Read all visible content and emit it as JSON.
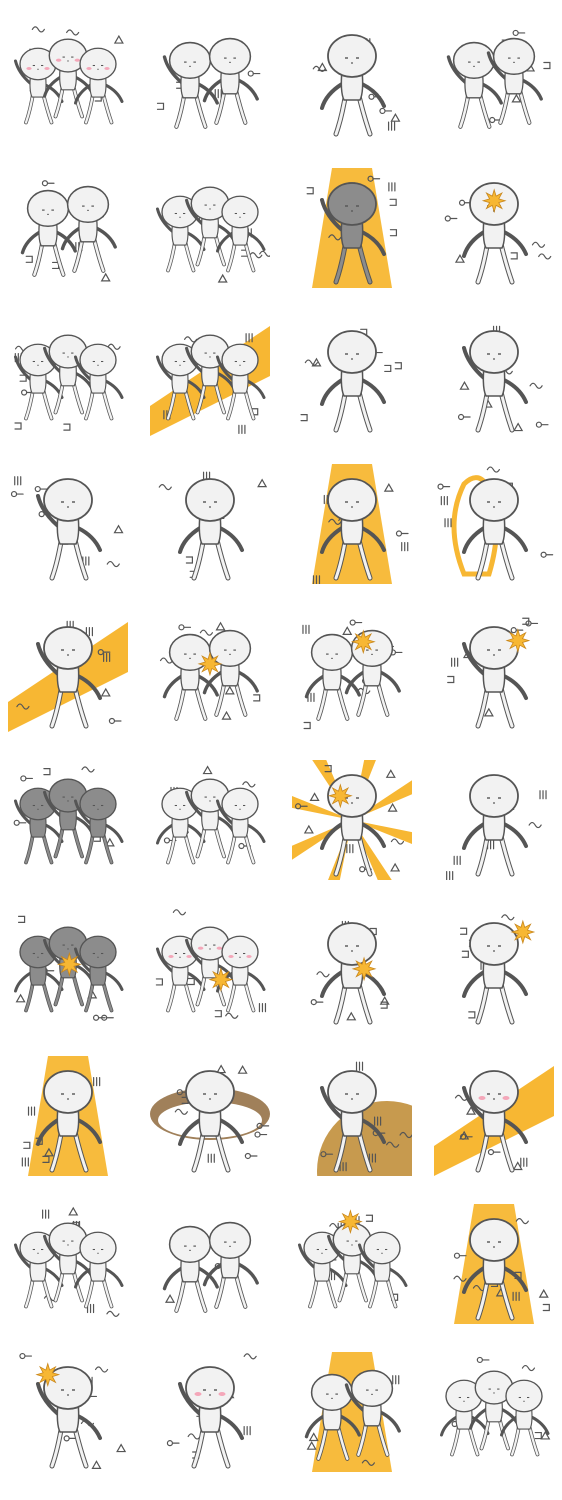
{
  "colors": {
    "background": "#ffffff",
    "line": "#555555",
    "body": "#f2f2f2",
    "accent": "#f7b733",
    "dark_body": "#8c8c8c",
    "blush": "#f4a7b9"
  },
  "stickers": [
    {
      "characters": 3,
      "band": false,
      "dark": false,
      "blush": true,
      "burst": false,
      "symbols": true
    },
    {
      "characters": 2,
      "band": false,
      "dark": false,
      "blush": false,
      "burst": false,
      "symbols": true
    },
    {
      "characters": 1,
      "band": false,
      "dark": false,
      "blush": false,
      "burst": false,
      "symbols": true
    },
    {
      "characters": 2,
      "band": false,
      "dark": false,
      "blush": false,
      "burst": false,
      "symbols": true
    },
    {
      "characters": 2,
      "band": false,
      "dark": false,
      "blush": false,
      "burst": false,
      "symbols": true
    },
    {
      "characters": 3,
      "band": false,
      "dark": false,
      "blush": false,
      "burst": false,
      "symbols": true
    },
    {
      "characters": 1,
      "band": "beam",
      "dark": true,
      "blush": false,
      "burst": false,
      "symbols": true
    },
    {
      "characters": 1,
      "band": false,
      "dark": false,
      "blush": false,
      "burst": true,
      "symbols": true
    },
    {
      "characters": 3,
      "band": false,
      "dark": false,
      "blush": false,
      "burst": false,
      "symbols": true
    },
    {
      "characters": 3,
      "band": "diagonal",
      "dark": false,
      "blush": false,
      "burst": false,
      "symbols": true
    },
    {
      "characters": 1,
      "band": false,
      "dark": false,
      "blush": false,
      "burst": false,
      "symbols": true
    },
    {
      "characters": 1,
      "band": false,
      "dark": false,
      "blush": false,
      "burst": false,
      "symbols": true
    },
    {
      "characters": 1,
      "band": false,
      "dark": false,
      "blush": false,
      "burst": false,
      "symbols": true
    },
    {
      "characters": 1,
      "band": false,
      "dark": false,
      "blush": false,
      "burst": false,
      "symbols": true
    },
    {
      "characters": 1,
      "band": "beam",
      "dark": false,
      "blush": false,
      "burst": false,
      "symbols": true
    },
    {
      "characters": 1,
      "band": "flame",
      "dark": false,
      "blush": false,
      "burst": false,
      "symbols": true
    },
    {
      "characters": 1,
      "band": "diagonal",
      "dark": false,
      "blush": false,
      "burst": false,
      "symbols": true
    },
    {
      "characters": 2,
      "band": false,
      "dark": false,
      "blush": false,
      "burst": true,
      "symbols": true
    },
    {
      "characters": 2,
      "band": false,
      "dark": false,
      "blush": false,
      "burst": true,
      "symbols": true
    },
    {
      "characters": 1,
      "band": false,
      "dark": false,
      "blush": false,
      "burst": true,
      "symbols": true
    },
    {
      "characters": 3,
      "band": false,
      "dark": true,
      "blush": false,
      "burst": false,
      "symbols": true
    },
    {
      "characters": 3,
      "band": false,
      "dark": false,
      "blush": false,
      "burst": false,
      "symbols": true
    },
    {
      "characters": 1,
      "band": "rays",
      "dark": false,
      "blush": false,
      "burst": true,
      "symbols": true
    },
    {
      "characters": 1,
      "band": false,
      "dark": false,
      "blush": false,
      "burst": false,
      "symbols": true
    },
    {
      "characters": 3,
      "band": false,
      "dark": true,
      "blush": false,
      "burst": true,
      "symbols": true
    },
    {
      "characters": 3,
      "band": false,
      "dark": false,
      "blush": true,
      "burst": true,
      "symbols": true
    },
    {
      "characters": 1,
      "band": false,
      "dark": false,
      "blush": false,
      "burst": true,
      "symbols": true
    },
    {
      "characters": 1,
      "band": false,
      "dark": false,
      "blush": false,
      "burst": true,
      "symbols": true
    },
    {
      "characters": 1,
      "band": "beam",
      "dark": false,
      "blush": false,
      "burst": false,
      "symbols": true
    },
    {
      "characters": 1,
      "band": "tunnel",
      "dark": false,
      "blush": false,
      "burst": false,
      "symbols": true
    },
    {
      "characters": 1,
      "band": "planet",
      "dark": false,
      "blush": false,
      "burst": false,
      "symbols": true
    },
    {
      "characters": 1,
      "band": "diagonal",
      "dark": false,
      "blush": true,
      "burst": false,
      "symbols": true
    },
    {
      "characters": 3,
      "band": false,
      "dark": false,
      "blush": false,
      "burst": false,
      "symbols": true
    },
    {
      "characters": 2,
      "band": false,
      "dark": false,
      "blush": false,
      "burst": false,
      "symbols": true
    },
    {
      "characters": 3,
      "band": false,
      "dark": false,
      "blush": false,
      "burst": true,
      "symbols": true
    },
    {
      "characters": 1,
      "band": "beam",
      "dark": false,
      "blush": false,
      "burst": false,
      "symbols": true
    },
    {
      "characters": 1,
      "band": false,
      "dark": false,
      "blush": false,
      "burst": true,
      "symbols": true
    },
    {
      "characters": 1,
      "band": false,
      "dark": false,
      "blush": true,
      "burst": false,
      "symbols": true
    },
    {
      "characters": 2,
      "band": "beam",
      "dark": false,
      "blush": false,
      "burst": false,
      "symbols": true
    },
    {
      "characters": 3,
      "band": false,
      "dark": false,
      "blush": false,
      "burst": false,
      "symbols": true
    }
  ]
}
